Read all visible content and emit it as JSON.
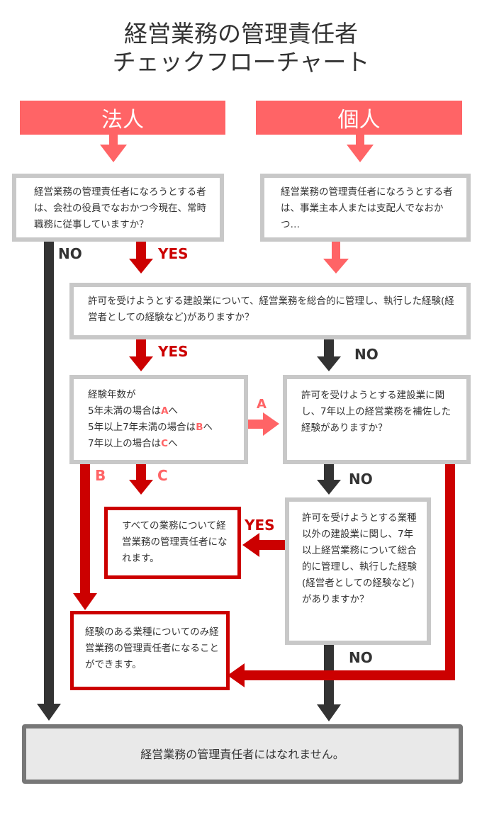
{
  "title": {
    "line1": "経営業務の管理責任者",
    "line2": "チェックフローチャート"
  },
  "columns": {
    "corporation": "法人",
    "individual": "個人"
  },
  "nodes": {
    "q_corp_officer": "経営業務の管理責任者になろうとする者は、会社の役員でなおかつ今現在、常時職務に従事していますか？",
    "q_individual": "経営業務の管理責任者になろうとする者は、事業主本人または支配人でなおかつ…",
    "q_experience": "許可を受けようとする建設業について、経営業務を総合的に管理し、執行した経験(経営者としての経験など)がありますか？",
    "years": {
      "line1": "経験年数が",
      "line2_pre": "5年未満の場合は",
      "line2_key": "A",
      "line2_post": "へ",
      "line3_pre": "5年以上7年未満の場合は",
      "line3_key": "B",
      "line3_post": "へ",
      "line4_pre": "7年以上の場合は",
      "line4_key": "C",
      "line4_post": "へ"
    },
    "q_assist": "許可を受けようとする建設業に関し、7年以上の経営業務を補佐した経験がありますか？",
    "q_other_industry": "許可を受けようとする業種以外の建設業に関し、7年以上経営業務について総合的に管理し、執行した経験(経営者としての経験など)がありますか？",
    "result_all": "すべての業務について経営業務の管理責任者になれます。",
    "result_limited": "経験のある業種についてのみ経営業務の管理責任者になることができます。",
    "result_none": "経営業務の管理責任者にはなれません。"
  },
  "edge_labels": {
    "no": "NO",
    "yes": "YES",
    "a": "A",
    "b": "B",
    "c": "C"
  },
  "colors": {
    "pink": "#ff6466",
    "red": "#cc0000",
    "dark": "#333333",
    "gray_border": "#c8c8c8"
  }
}
